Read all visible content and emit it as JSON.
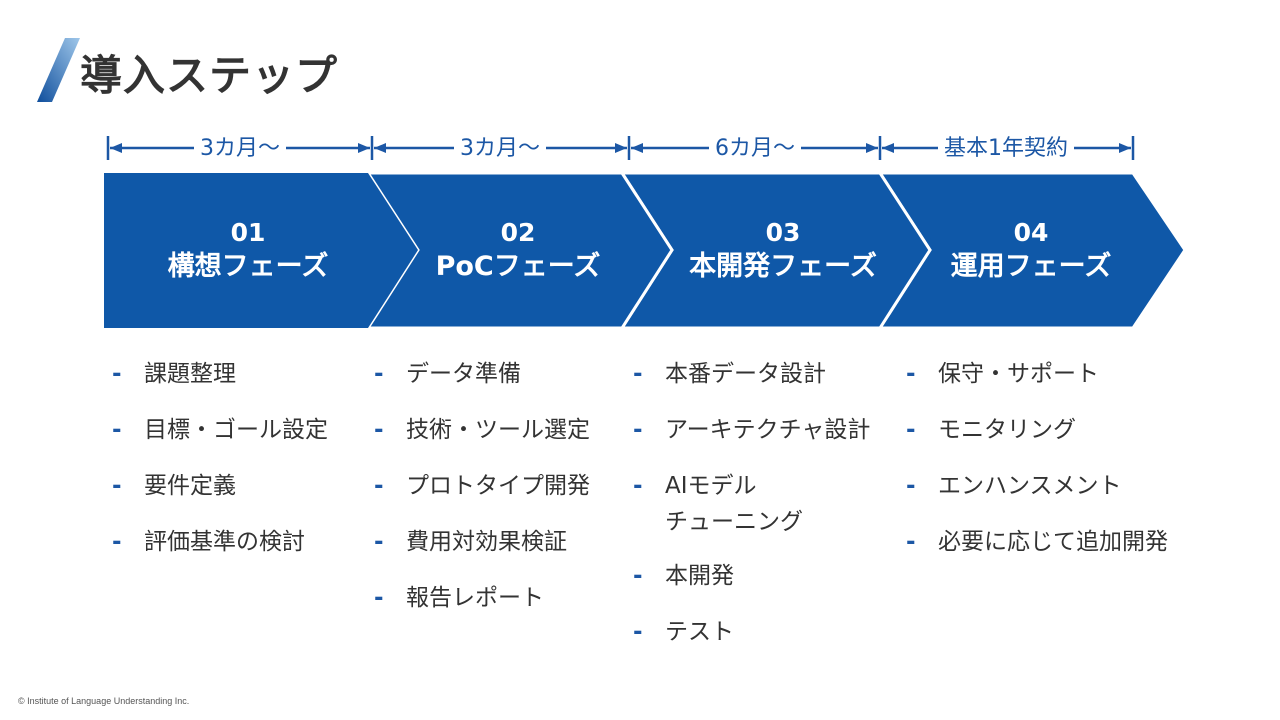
{
  "title": "導入ステップ",
  "colors": {
    "primary": "#0f58a8",
    "accent_text": "#1c57a5"
  },
  "durations": [
    "3カ月〜",
    "3カ月〜",
    "6カ月〜",
    "基本1年契約"
  ],
  "phases": [
    {
      "number": "01",
      "name": "構想フェーズ",
      "tasks": [
        "課題整理",
        "目標・ゴール設定",
        "要件定義",
        "評価基準の検討"
      ]
    },
    {
      "number": "02",
      "name": "PoCフェーズ",
      "tasks": [
        "データ準備",
        "技術・ツール選定",
        "プロトタイプ開発",
        "費用対効果検証",
        "報告レポート"
      ]
    },
    {
      "number": "03",
      "name": "本開発フェーズ",
      "tasks": [
        "本番データ設計",
        "アーキテクチャ設計",
        "AIモデル\nチューニング",
        "本開発",
        "テスト"
      ]
    },
    {
      "number": "04",
      "name": "運用フェーズ",
      "tasks": [
        "保守・サポート",
        "モニタリング",
        "エンハンスメント",
        "必要に応じて追加開発"
      ]
    }
  ],
  "footer": "© Institute  of Language  Understanding  Inc."
}
